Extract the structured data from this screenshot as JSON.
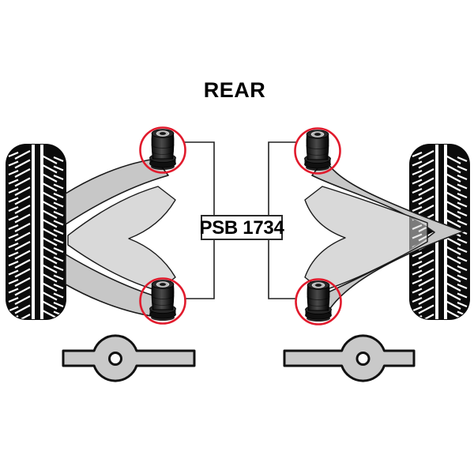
{
  "diagram": {
    "title": "REAR",
    "part_number": "PSB 1734",
    "type": "rear-suspension-bushing-location-diagram"
  },
  "colors": {
    "highlight_red": "#e11a2c",
    "arm_gray": "#c7c7c7",
    "wishbone_gray": "#d9d9d9",
    "trailing_arm_gray": "#c9c9c9",
    "tire_black": "#0b0b0b",
    "background": "#ffffff"
  },
  "parts": {
    "tires": 2,
    "control_arm_assemblies": 2,
    "highlighted_bushings": 4,
    "trailing_arms": 2,
    "bushing_callout_label": "PSB 1734"
  }
}
